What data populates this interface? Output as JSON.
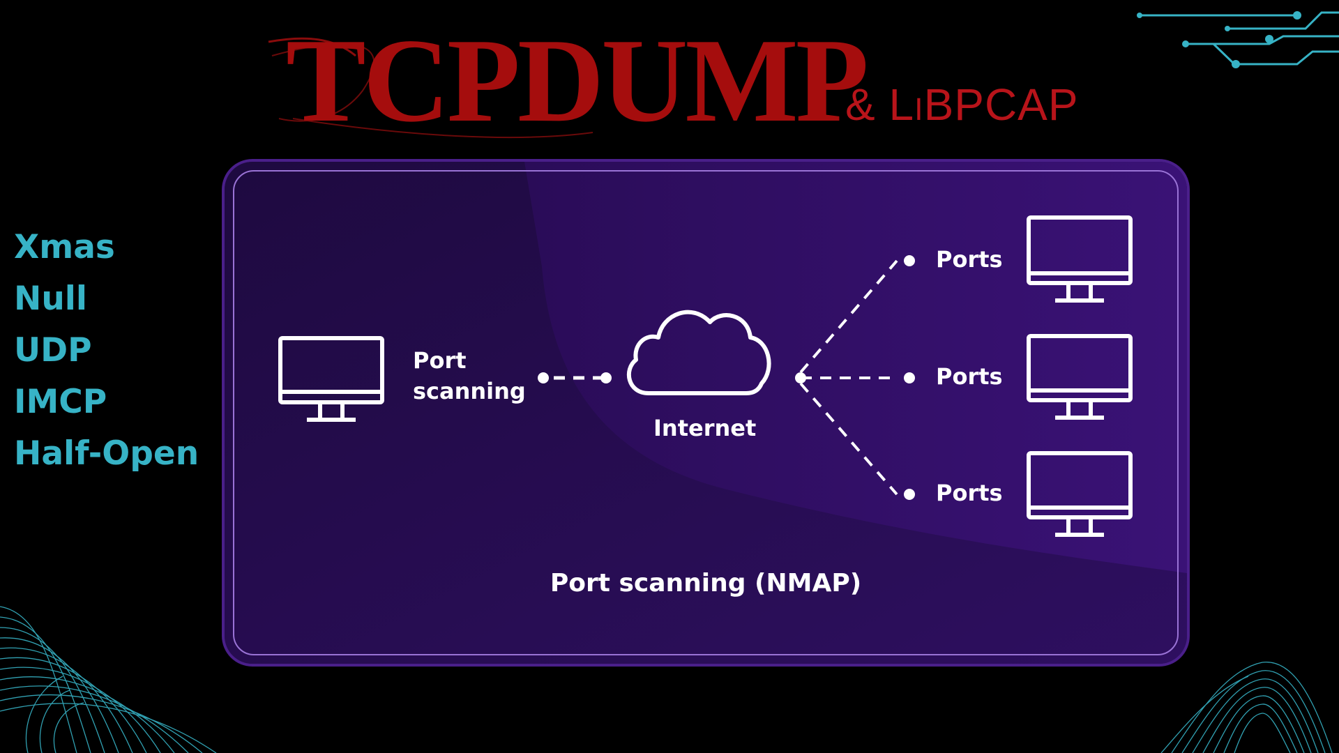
{
  "title": {
    "main": "TCPDUMP",
    "sub": "& LiBPCAP",
    "color": "#a50d0d"
  },
  "scan_types": [
    "Xmas",
    "Null",
    "UDP",
    "IMCP",
    "Half-Open"
  ],
  "diagram": {
    "source_label_line1": "Port",
    "source_label_line2": "scanning",
    "cloud_label": "Internet",
    "targets": [
      {
        "label": "Ports"
      },
      {
        "label": "Ports"
      },
      {
        "label": "Ports"
      }
    ],
    "caption": "Port scanning (NMAP)"
  },
  "colors": {
    "background": "#000000",
    "panel": "#2b0d58",
    "accent_teal": "#37b3c6",
    "title_red": "#a50d0d"
  },
  "icons": [
    "computer-monitor-icon",
    "cloud-icon",
    "circuit-decoration",
    "wave-lines-decoration"
  ]
}
